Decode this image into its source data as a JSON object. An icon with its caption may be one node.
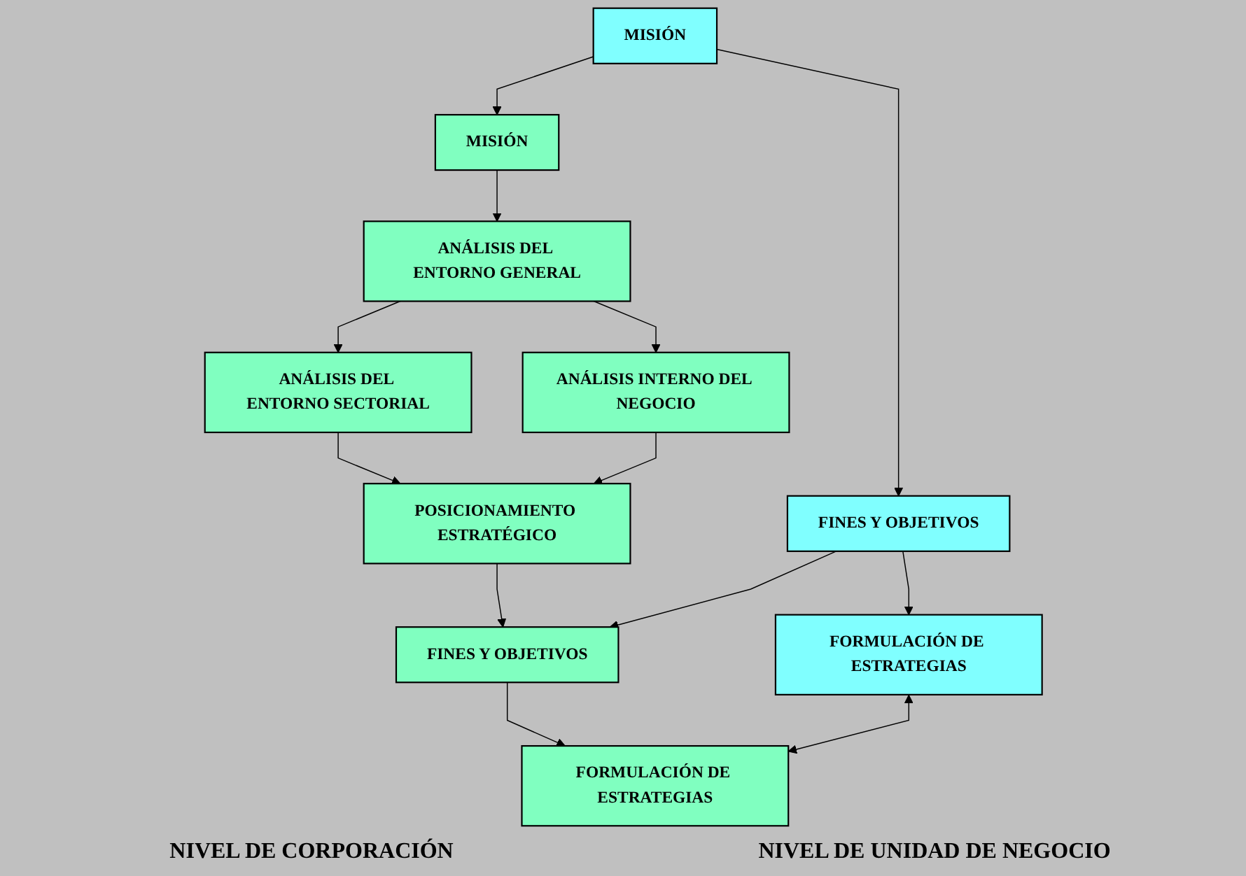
{
  "diagram": {
    "nodes": [
      {
        "text": [
          "MISIÓN"
        ]
      },
      {
        "text": [
          "MISIÓN"
        ]
      },
      {
        "text": [
          "ANÁLISIS DEL ENTORNO GENERAL"
        ]
      },
      {
        "text": [
          "ANÁLISIS DEL ENTORNO SECTORIAL"
        ]
      },
      {
        "text": [
          "ANÁLISIS INTERNO DEL NEGOCIO"
        ]
      },
      {
        "text": [
          "POSICIONAMIENTO ESTRATÉGICO"
        ]
      },
      {
        "text": [
          "FINES Y OBJETIVOS"
        ]
      },
      {
        "text": [
          "FINES Y OBJETIVOS"
        ]
      },
      {
        "text": [
          "FORMULACIÓN DE ESTRATEGIAS"
        ]
      },
      {
        "text": [
          "FORMULACIÓN DE ESTRATEGIAS"
        ]
      }
    ],
    "edges": [
      {
        "from": 0,
        "to": 1,
        "arrow": "to"
      },
      {
        "from": 0,
        "to": 6,
        "arrow": "to"
      },
      {
        "from": 1,
        "to": 2,
        "arrow": "to"
      },
      {
        "from": 2,
        "to": 3,
        "arrow": "to"
      },
      {
        "from": 2,
        "to": 4,
        "arrow": "to"
      },
      {
        "from": 3,
        "to": 5,
        "arrow": "to"
      },
      {
        "from": 4,
        "to": 5,
        "arrow": "to"
      },
      {
        "from": 5,
        "to": 7,
        "arrow": "to"
      },
      {
        "from": 6,
        "to": 7,
        "arrow": "to"
      },
      {
        "from": 6,
        "to": 8,
        "arrow": "to"
      },
      {
        "from": 7,
        "to": 9,
        "arrow": "to"
      },
      {
        "from": 8,
        "to": 9,
        "arrow": "both"
      }
    ],
    "labels": [
      "NIVEL DE CORPORACIÓN",
      "NIVEL DE UNIDAD DE NEGOCIO"
    ]
  }
}
